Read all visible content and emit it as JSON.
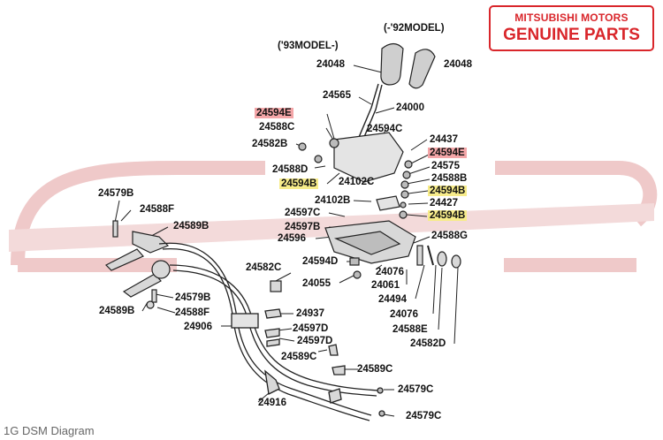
{
  "brand": {
    "line1": "MITSUBISHI MOTORS",
    "line2": "GENUINE PARTS",
    "color": "#d9262b"
  },
  "caption": "1G DSM Diagram",
  "model_labels": {
    "m93": "('93MODEL-)",
    "m92": "(-'92MODEL)"
  },
  "highlight_colors": {
    "red": "#f4a6a8",
    "yellow": "#f7ec8a"
  },
  "parts": [
    {
      "id": "p24048a",
      "text": "24048",
      "hl": ""
    },
    {
      "id": "p24048b",
      "text": "24048",
      "hl": ""
    },
    {
      "id": "p24565",
      "text": "24565",
      "hl": ""
    },
    {
      "id": "p24000",
      "text": "24000",
      "hl": ""
    },
    {
      "id": "p24594E1",
      "text": "24594E",
      "hl": "red"
    },
    {
      "id": "p24588C",
      "text": "24588C",
      "hl": ""
    },
    {
      "id": "p24594C",
      "text": "24594C",
      "hl": ""
    },
    {
      "id": "p24582B",
      "text": "24582B",
      "hl": ""
    },
    {
      "id": "p24437",
      "text": "24437",
      "hl": ""
    },
    {
      "id": "p24594E2",
      "text": "24594E",
      "hl": "red"
    },
    {
      "id": "p24588D",
      "text": "24588D",
      "hl": ""
    },
    {
      "id": "p24575",
      "text": "24575",
      "hl": ""
    },
    {
      "id": "p24588B",
      "text": "24588B",
      "hl": ""
    },
    {
      "id": "p24594B1",
      "text": "24594B",
      "hl": "yellow"
    },
    {
      "id": "p24102C",
      "text": "24102C",
      "hl": ""
    },
    {
      "id": "p24594B2",
      "text": "24594B",
      "hl": "yellow"
    },
    {
      "id": "p24579B1",
      "text": "24579B",
      "hl": ""
    },
    {
      "id": "p24102B",
      "text": "24102B",
      "hl": ""
    },
    {
      "id": "p24427",
      "text": "24427",
      "hl": ""
    },
    {
      "id": "p24588F1",
      "text": "24588F",
      "hl": ""
    },
    {
      "id": "p24597C",
      "text": "24597C",
      "hl": ""
    },
    {
      "id": "p24594B3",
      "text": "24594B",
      "hl": "yellow"
    },
    {
      "id": "p24589B1",
      "text": "24589B",
      "hl": ""
    },
    {
      "id": "p24597B",
      "text": "24597B",
      "hl": ""
    },
    {
      "id": "p24588G",
      "text": "24588G",
      "hl": ""
    },
    {
      "id": "p24596",
      "text": "24596",
      "hl": ""
    },
    {
      "id": "p24594D",
      "text": "24594D",
      "hl": ""
    },
    {
      "id": "p24582C",
      "text": "24582C",
      "hl": ""
    },
    {
      "id": "p24076a",
      "text": "24076",
      "hl": ""
    },
    {
      "id": "p24055",
      "text": "24055",
      "hl": ""
    },
    {
      "id": "p24061",
      "text": "24061",
      "hl": ""
    },
    {
      "id": "p24579B2",
      "text": "24579B",
      "hl": ""
    },
    {
      "id": "p24494",
      "text": "24494",
      "hl": ""
    },
    {
      "id": "p24589B2",
      "text": "24589B",
      "hl": ""
    },
    {
      "id": "p24588F2",
      "text": "24588F",
      "hl": ""
    },
    {
      "id": "p24076b",
      "text": "24076",
      "hl": ""
    },
    {
      "id": "p24937",
      "text": "24937",
      "hl": ""
    },
    {
      "id": "p24906",
      "text": "24906",
      "hl": ""
    },
    {
      "id": "p24597D1",
      "text": "24597D",
      "hl": ""
    },
    {
      "id": "p24588E",
      "text": "24588E",
      "hl": ""
    },
    {
      "id": "p24597D2",
      "text": "24597D",
      "hl": ""
    },
    {
      "id": "p24582D",
      "text": "24582D",
      "hl": ""
    },
    {
      "id": "p24589C1",
      "text": "24589C",
      "hl": ""
    },
    {
      "id": "p24589C2",
      "text": "24589C",
      "hl": ""
    },
    {
      "id": "p24579C1",
      "text": "24579C",
      "hl": ""
    },
    {
      "id": "p24916",
      "text": "24916",
      "hl": ""
    },
    {
      "id": "p24579C2",
      "text": "24579C",
      "hl": ""
    }
  ]
}
